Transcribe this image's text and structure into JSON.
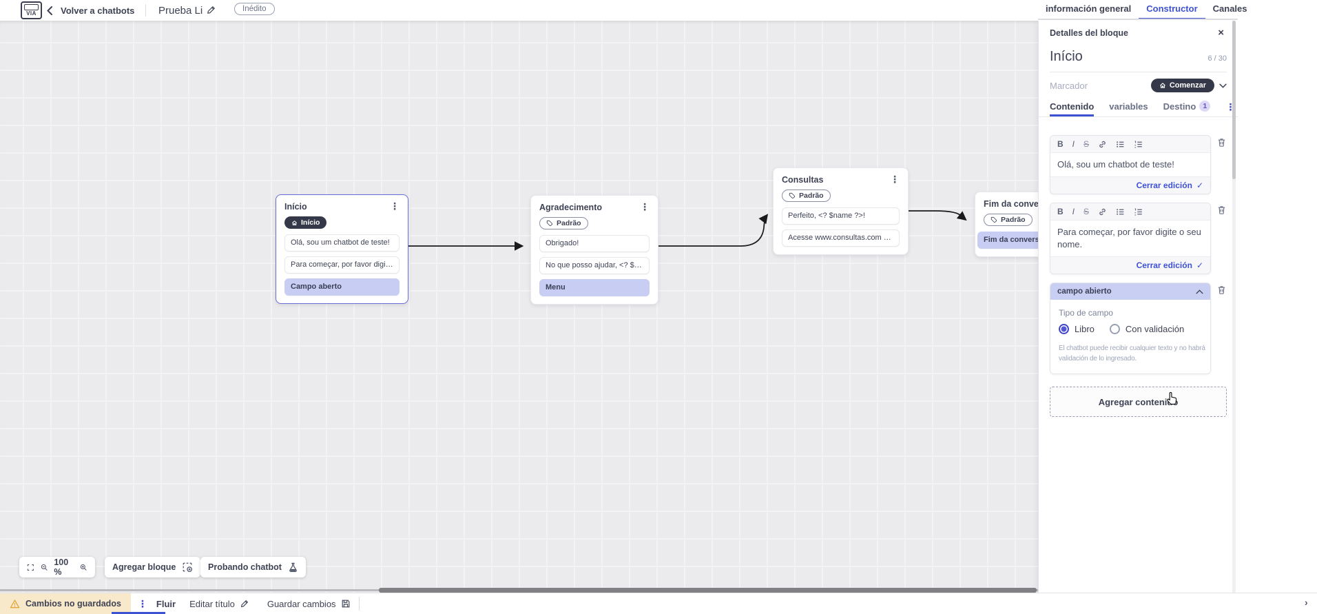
{
  "topbar": {
    "logo": "VIA",
    "back": "Volver a chatbots",
    "title": "Prueba Li",
    "badge": "Inédito",
    "tabs": {
      "general": "información general",
      "constructor": "Constructor",
      "canales": "Canales"
    }
  },
  "canvas": {
    "nodes": [
      {
        "title": "Início",
        "badge": "Início",
        "rows": [
          "Olá, sou um chatbot de teste!",
          "Para começar, por favor digite o ...",
          "Campo aberto"
        ]
      },
      {
        "title": "Agradecimento",
        "badge": "Padrão",
        "rows": [
          "Obrigado!",
          "No que posso ajudar, <? $name ...",
          "Menu"
        ]
      },
      {
        "title": "Consultas",
        "badge": "Padrão",
        "rows": [
          "Perfeito, <? $name ?>!",
          "Acesse www.consultas.com par..."
        ]
      },
      {
        "title": "Fim da conversa",
        "badge": "Padrão",
        "rows": [
          "Fim da conversa"
        ]
      }
    ]
  },
  "toolbar": {
    "zoom_level": "100 %",
    "add_block": "Agregar bloque",
    "test_chatbot": "Probando chatbot"
  },
  "panel": {
    "header": "Detalles del bloque",
    "block_name": "Início",
    "counter": "6 / 30",
    "marker_label": "Marcador",
    "marker_value": "Comenzar",
    "tabs": {
      "contenido": "Contenido",
      "variables": "variables",
      "destino": "Destino",
      "destino_badge": "1"
    },
    "editors": [
      {
        "text": "Olá, sou um chatbot de teste!",
        "close": "Cerrar edición"
      },
      {
        "text": "Para começar, por favor digite o seu nome.",
        "close": "Cerrar edición"
      }
    ],
    "field": {
      "title": "campo abierto",
      "type_label": "Tipo de campo",
      "option_open": "Libro",
      "option_validated": "Con validación",
      "description_line1": "El chatbot puede recibir cualquier texto y no habrá",
      "description_line2": "validación de lo ingresado."
    },
    "add_content": "Agregar contenido"
  },
  "statusbar": {
    "unsaved": "Cambios no guardados",
    "flow": "Fluir",
    "edit_title": "Editar título",
    "save": "Guardar cambios"
  },
  "icons": {
    "kebab": "⋮",
    "close": "×",
    "check": "✓",
    "corner": "›"
  },
  "colors": {
    "accent": "#3d51d3",
    "highlight": "#c7cdf3",
    "dark_pill": "#353849",
    "warning_bg": "#f8e9cb"
  }
}
